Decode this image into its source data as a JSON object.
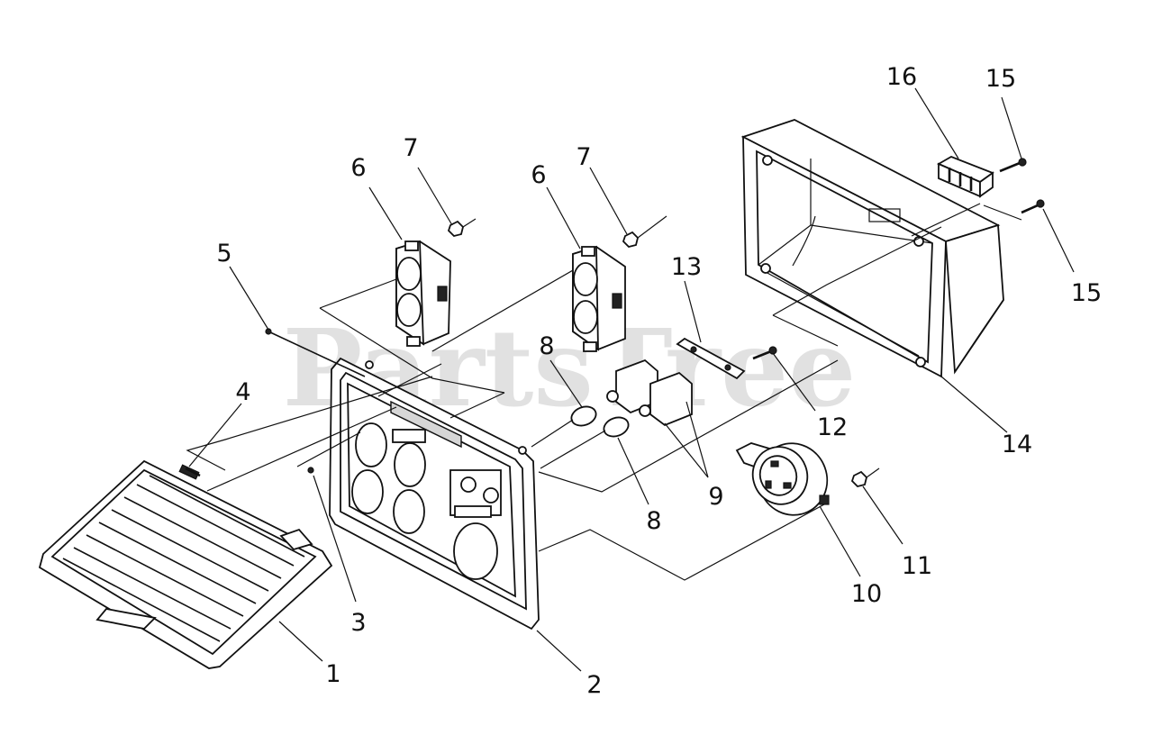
{
  "watermark": "PartsTree",
  "callouts": [
    {
      "id": "1",
      "label": "1"
    },
    {
      "id": "2",
      "label": "2"
    },
    {
      "id": "3",
      "label": "3"
    },
    {
      "id": "4",
      "label": "4"
    },
    {
      "id": "5",
      "label": "5"
    },
    {
      "id": "6a",
      "label": "6"
    },
    {
      "id": "6b",
      "label": "6"
    },
    {
      "id": "7a",
      "label": "7"
    },
    {
      "id": "7b",
      "label": "7"
    },
    {
      "id": "8a",
      "label": "8"
    },
    {
      "id": "8b",
      "label": "8"
    },
    {
      "id": "9",
      "label": "9"
    },
    {
      "id": "10",
      "label": "10"
    },
    {
      "id": "11",
      "label": "11"
    },
    {
      "id": "12",
      "label": "12"
    },
    {
      "id": "13",
      "label": "13"
    },
    {
      "id": "14",
      "label": "14"
    },
    {
      "id": "15a",
      "label": "15"
    },
    {
      "id": "15b",
      "label": "15"
    },
    {
      "id": "16",
      "label": "16"
    }
  ]
}
